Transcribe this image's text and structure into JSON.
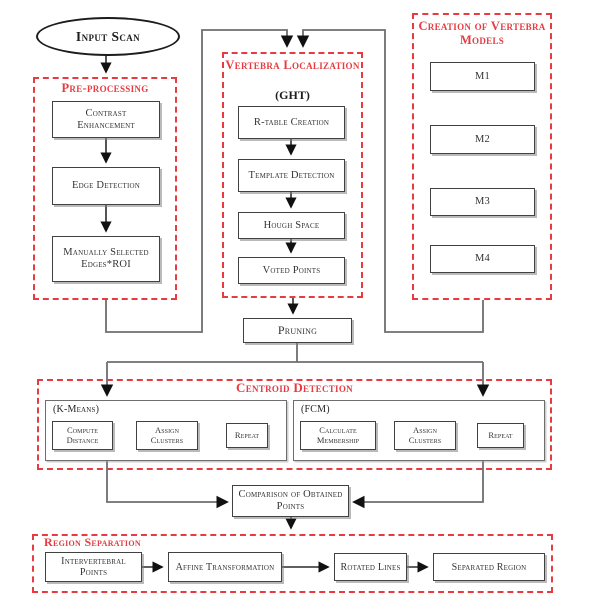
{
  "colors": {
    "accent_red": "#e73b41",
    "line_gray": "#6e6e6e",
    "arrow_black": "#111111",
    "box_border": "#414141",
    "text": "#333333"
  },
  "start": {
    "label": "Input Scan"
  },
  "preprocessing": {
    "title": "Pre-processing",
    "steps": [
      {
        "label": "Contrast Enhancement"
      },
      {
        "label": "Edge Detection"
      },
      {
        "label": "Manually Selected Edges*ROI"
      }
    ]
  },
  "vertebra_localization": {
    "title": "Vertebra Localization",
    "subtitle": "(GHT)",
    "steps": [
      {
        "label": "R-table Creation"
      },
      {
        "label": "Template Detection"
      },
      {
        "label": "Hough Space"
      },
      {
        "label": "Voted Points"
      }
    ]
  },
  "models": {
    "title": "Creation of Vertebra Models",
    "items": [
      {
        "label": "M1"
      },
      {
        "label": "M2"
      },
      {
        "label": "M3"
      },
      {
        "label": "M4"
      }
    ]
  },
  "pruning": {
    "label": "Pruning"
  },
  "centroid_detection": {
    "title": "Centroid Detection",
    "kmeans": {
      "label": "(K-Means)",
      "steps": [
        {
          "label": "Compute Distance"
        },
        {
          "label": "Assign Clusters"
        },
        {
          "label": "Repeat"
        }
      ]
    },
    "fcm": {
      "label": "(FCM)",
      "steps": [
        {
          "label": "Calculate Membership"
        },
        {
          "label": "Assign Clusters"
        },
        {
          "label": "Repeat"
        }
      ]
    }
  },
  "comparison": {
    "label": "Comparison of Obtained Points"
  },
  "region_separation": {
    "title": "Region Separation",
    "steps": [
      {
        "label": "Intervertebral Points"
      },
      {
        "label": "Affine Transformation"
      },
      {
        "label": "Rotated Lines"
      },
      {
        "label": "Separated Region"
      }
    ]
  }
}
